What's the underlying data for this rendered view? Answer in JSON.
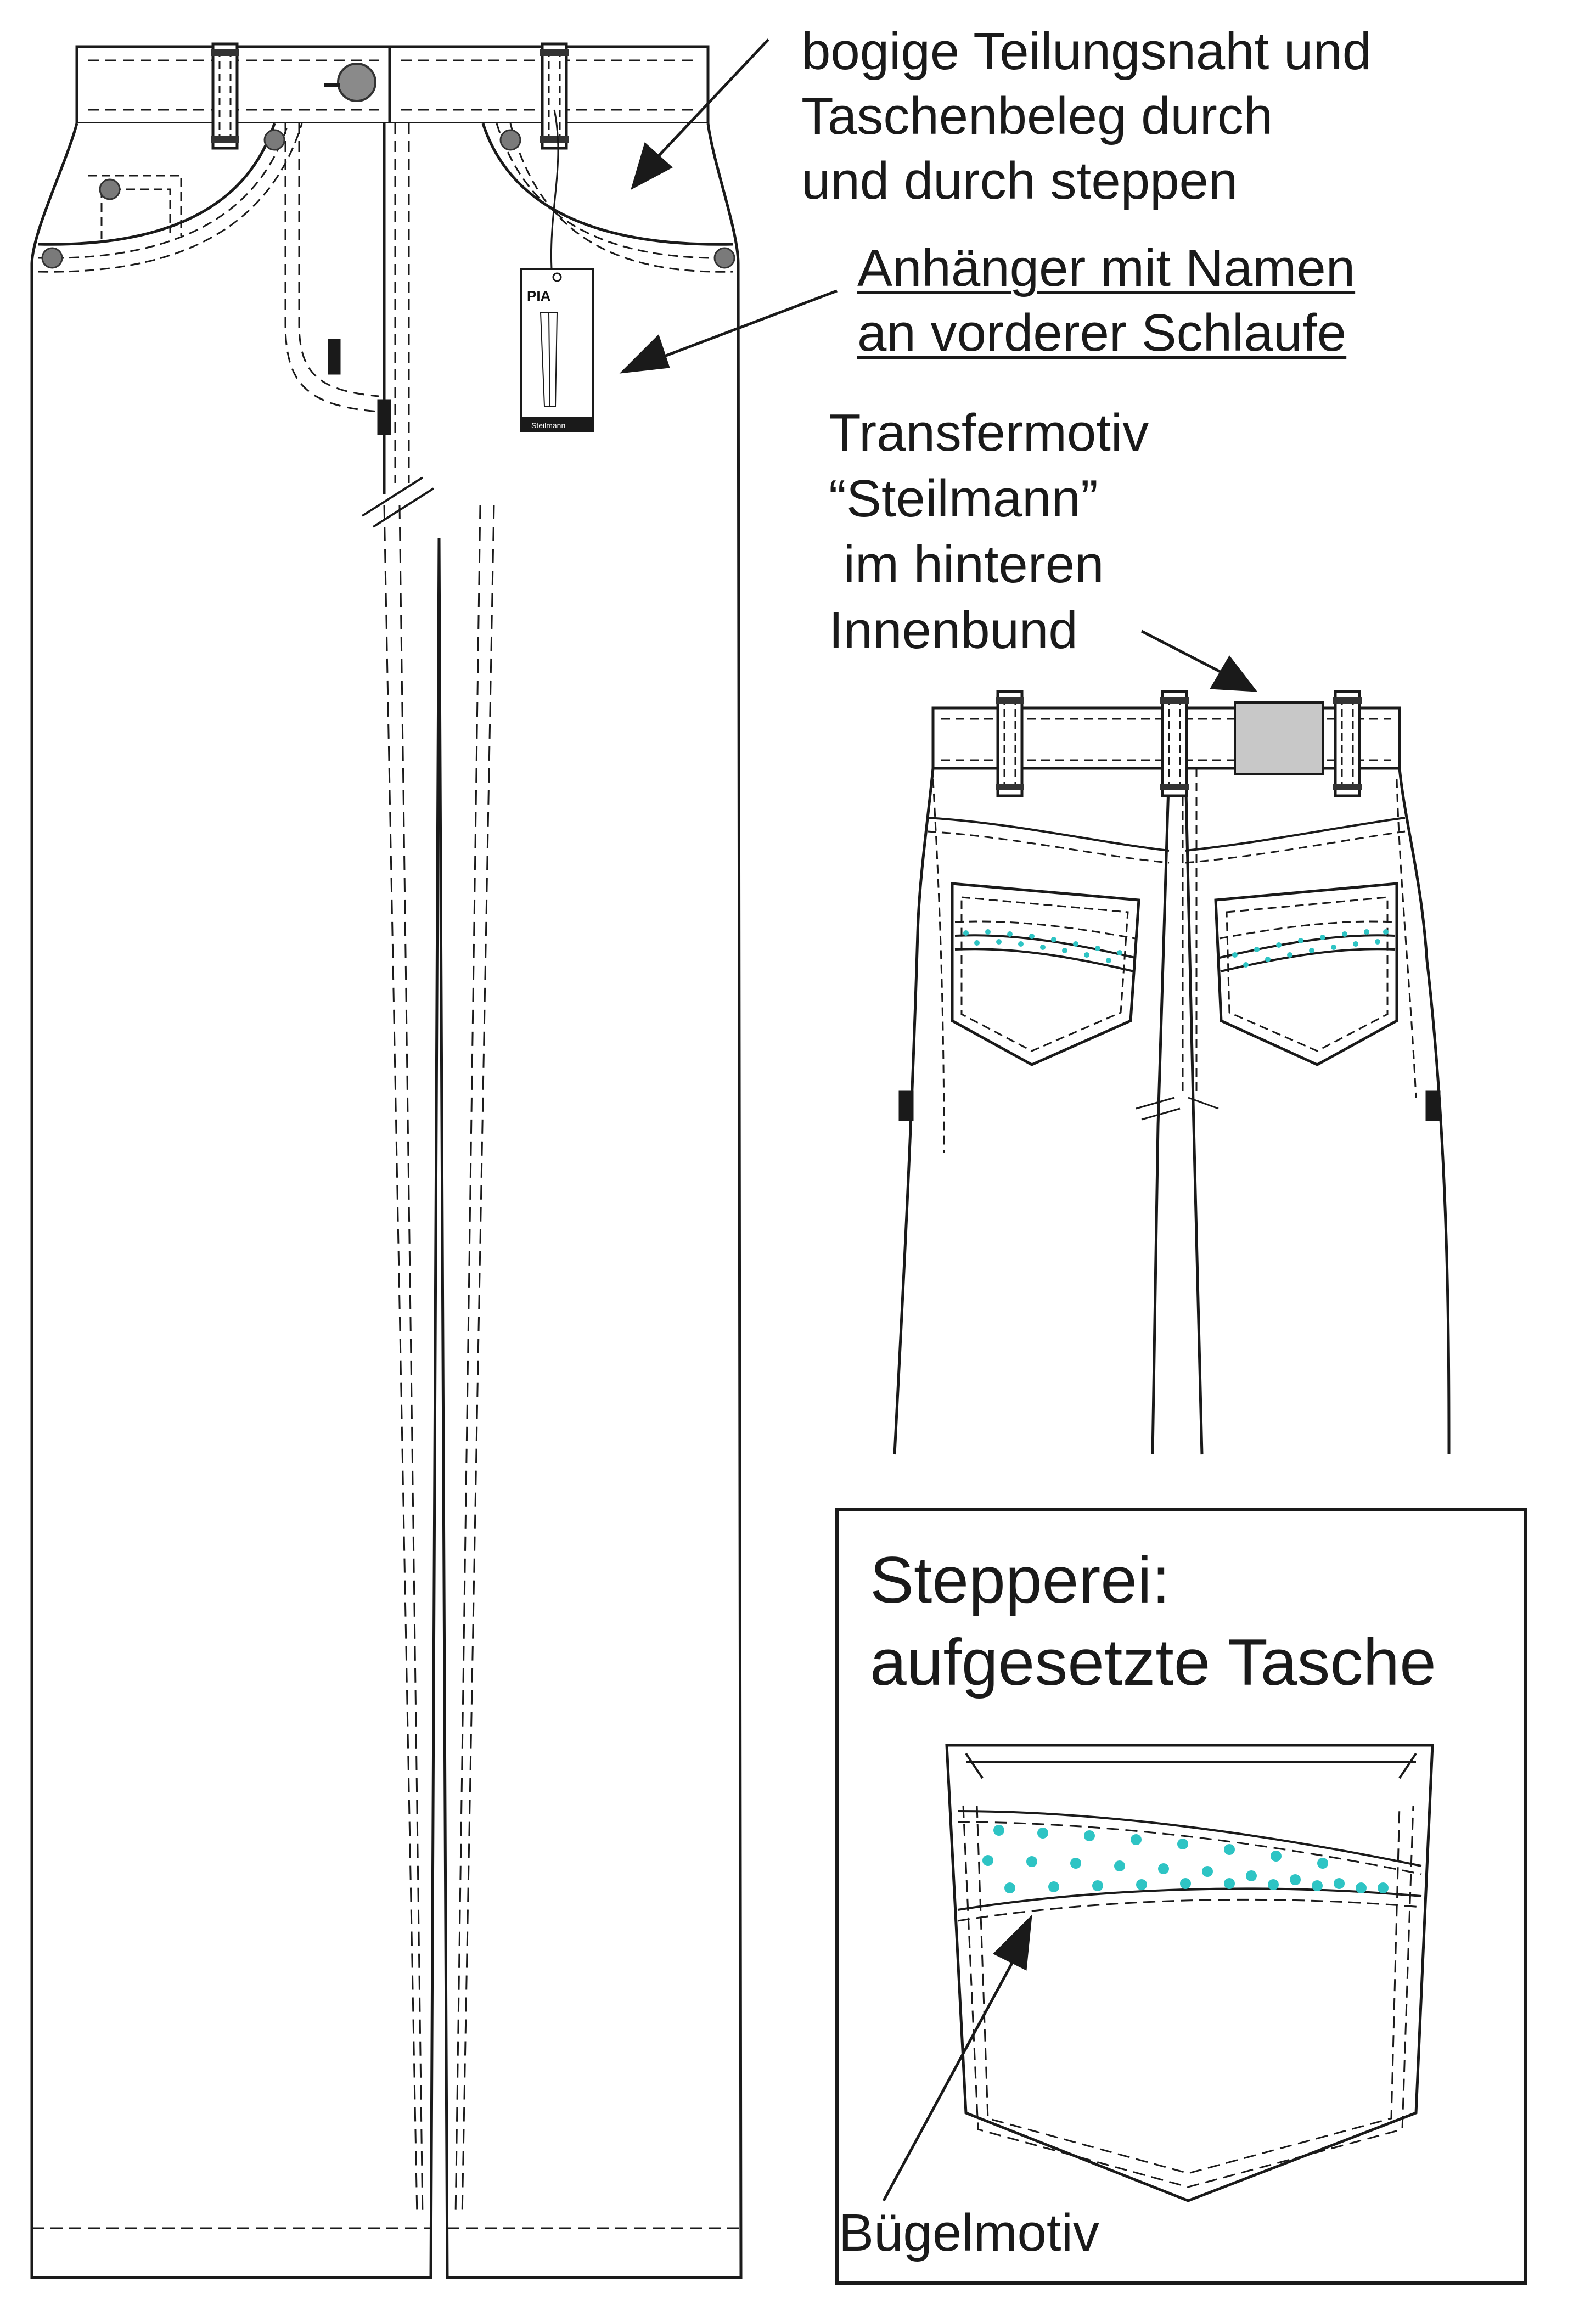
{
  "annotations": {
    "curved_seam": [
      "bogige Teilungsnaht und",
      "Taschenbeleg durch",
      "und durch steppen"
    ],
    "hang_tag": [
      "Anhänger mit Namen",
      "an vorderer Schlaufe"
    ],
    "transfer": [
      "Transfermotiv",
      "“Steilmann”",
      " im hinteren",
      "Innenbund"
    ]
  },
  "detail_box": {
    "title_line1": "Stepperei:",
    "title_line2": "aufgesetzte Tasche",
    "motif_label": "Bügelmotiv"
  },
  "hang_tag": {
    "name": "PIA",
    "brand": "Steilmann"
  },
  "colors": {
    "line": "#1a1a1a",
    "rivet": "#7a7a7a",
    "label_patch": "#c8c8c8",
    "motif_dots": "#2ec4c4"
  }
}
